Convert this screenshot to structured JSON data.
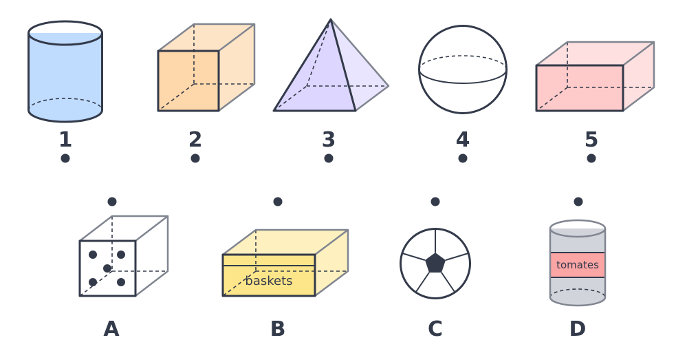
{
  "top_row": {
    "items": [
      {
        "label": "1",
        "fill": "#bfdbfe"
      },
      {
        "label": "2",
        "fill": "#fed7aa"
      },
      {
        "label": "3",
        "fill": "#ddd6fe"
      },
      {
        "label": "4",
        "fill": "#bbf7d0"
      },
      {
        "label": "5",
        "fill": "#fecaca"
      }
    ]
  },
  "bottom_row": {
    "items": [
      {
        "label": "A",
        "object": "die"
      },
      {
        "label": "B",
        "object": "box",
        "box_text": "baskets",
        "fill": "#fde68a"
      },
      {
        "label": "C",
        "object": "soccer-ball"
      },
      {
        "label": "D",
        "object": "can",
        "can_text": "tomates",
        "band_fill": "#fca5a5",
        "fill": "#d1d5db"
      }
    ]
  },
  "colors": {
    "ink": "#333a4a",
    "faint_edge": "#808590"
  }
}
